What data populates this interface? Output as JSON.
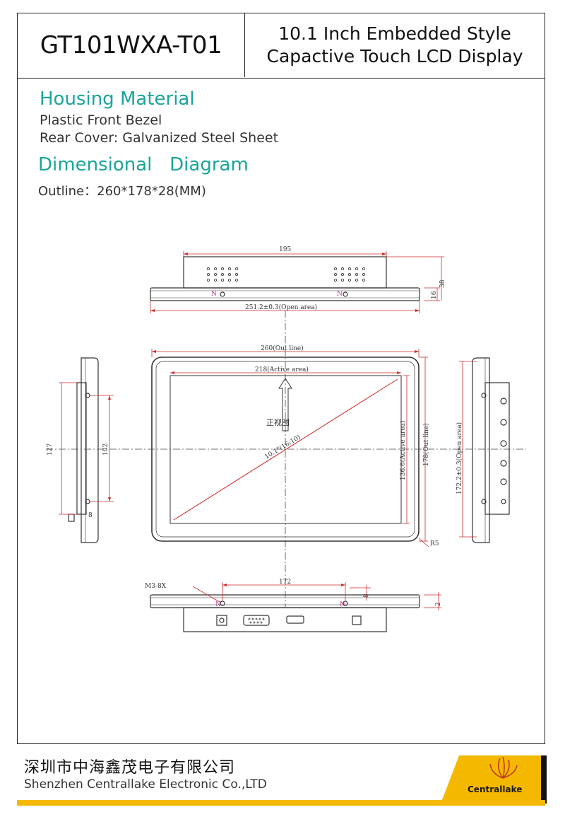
{
  "header": {
    "model": "GT101WXA-T01",
    "desc_line1": "10.1 Inch  Embedded Style",
    "desc_line2": "Capactive Touch LCD Display"
  },
  "housing": {
    "title": "Housing Material",
    "line1": "Plastic Front Bezel",
    "line2": "Rear Cover: Galvanized Steel Sheet"
  },
  "dimensional": {
    "title": "Dimensional   Diagram",
    "outline": "Outline：260*178*28(MM)"
  },
  "drawing": {
    "dim_195": "195",
    "dim_open_w": "251.2±0.3(Open area)",
    "dim_outline_w": "260(Out line)",
    "dim_active_w": "218(Active area)",
    "dim_active_h": "136.6(Active area)",
    "dim_outline_h": "178(Out line)",
    "dim_open_h": "172.2±0.3(Open area)",
    "diag": "10.1\"(16:10)",
    "front_label": "正视图",
    "dim_127": "127",
    "dim_102": "102",
    "dim_8": "8",
    "dim_16": "16",
    "dim_38": "38",
    "dim_172": "172",
    "dim_2": "2",
    "dim_8b": "8",
    "m3": "M3-8X",
    "r5": "R5",
    "n": "N"
  },
  "footer": {
    "company_cn": "深圳市中海鑫茂电子有限公司",
    "company_en": "Shenzhen Centrallake Electronic Co.,LTD",
    "logo": "Centrallake"
  },
  "colors": {
    "accent": "#1aa59a",
    "brand_yellow": "#f5b800",
    "dimension_red": "#cc2a2a"
  }
}
